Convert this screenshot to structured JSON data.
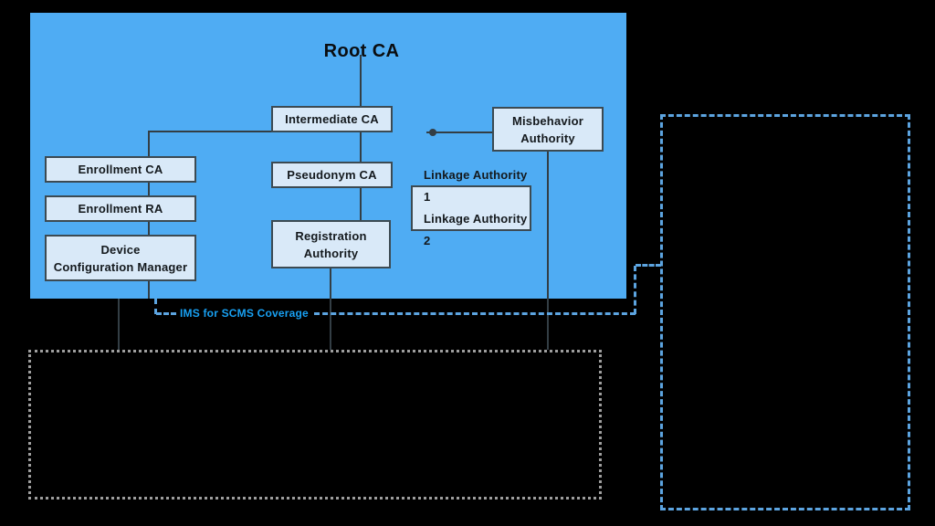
{
  "diagram": {
    "title": "Root CA",
    "nodes": {
      "intermediate_ca": {
        "label": "Intermediate CA"
      },
      "misbehavior_authority": {
        "lines": [
          "Misbehavior",
          "Authority"
        ]
      },
      "enrollment_ca": {
        "label": "Enrollment CA"
      },
      "enrollment_ra": {
        "label": "Enrollment RA"
      },
      "device_configuration_manager": {
        "lines": [
          "Device",
          "Configuration Manager"
        ]
      },
      "pseudonym_ca": {
        "label": "Pseudonym CA"
      },
      "registration_authority": {
        "lines": [
          "Registration",
          "Authority"
        ]
      },
      "linkage_authorities": {
        "lines": [
          "Linkage Authority 1",
          "Linkage Authority 2"
        ]
      }
    },
    "callout": {
      "label": "IMS for SCMS Coverage"
    },
    "colors": {
      "background": "#000000",
      "panel_blue": "#4FACF3",
      "node_fill": "#D9E9F8",
      "node_border": "#3C4A52",
      "line_color": "#333E45",
      "dashed_blue": "#5CA4E0",
      "callout_text": "#18A0F2",
      "dotted_gray": "#9E9E9E"
    }
  }
}
